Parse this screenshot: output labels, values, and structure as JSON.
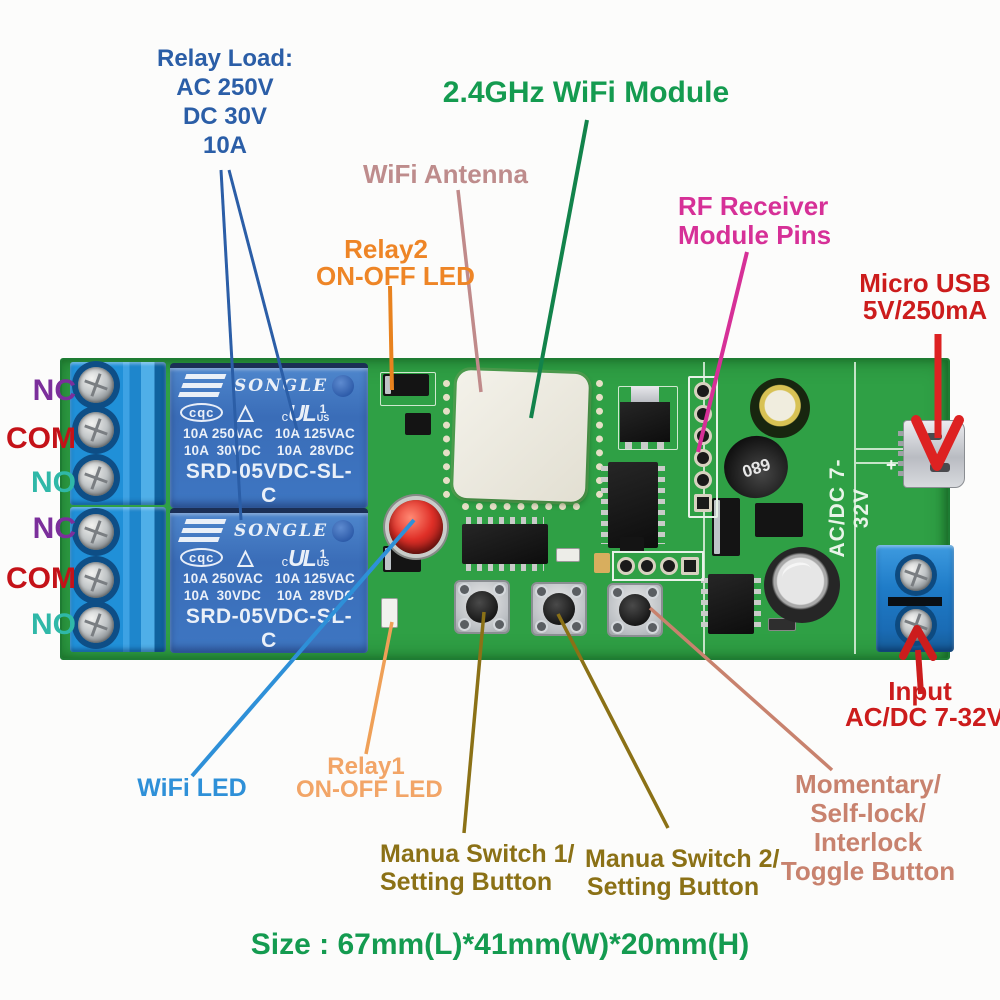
{
  "labels": {
    "relay_load": {
      "line1": "Relay Load:",
      "line2": "AC 250V",
      "line3": "DC 30V",
      "line4": "10A"
    },
    "wifi_module": "2.4GHz WiFi Module",
    "wifi_antenna": "WiFi Antenna",
    "relay2_led": {
      "line1": "Relay2",
      "line2": "ON-OFF LED"
    },
    "rf_receiver": {
      "line1": "RF Receiver",
      "line2": "Module Pins"
    },
    "micro_usb": {
      "line1": "Micro USB",
      "line2": "5V/250mA"
    },
    "input": {
      "line1": "Input",
      "line2": "AC/DC 7-32V"
    },
    "wifi_led": "WiFi LED",
    "relay1_led": {
      "line1": "Relay1",
      "line2": "ON-OFF LED"
    },
    "manua_switch1": {
      "line1": "Manua Switch 1/",
      "line2": "Setting Button"
    },
    "manua_switch2": {
      "line1": "Manua Switch 2/",
      "line2": "Setting Button"
    },
    "momentary": {
      "line1": "Momentary/",
      "line2": "Self-lock/",
      "line3": "Interlock",
      "line4": "Toggle Button"
    },
    "size": "Size : 67mm(L)*41mm(W)*20mm(H)"
  },
  "terminal_labels": [
    "NC",
    "COM",
    "NO",
    "NC",
    "COM",
    "NO"
  ],
  "pcb": {
    "relay": {
      "brand": "SONGLE",
      "cqc": "cqc",
      "tri": "△",
      "ul_c": "c",
      "ul_mark": "UL",
      "ul_num": "1",
      "ul_us": "US",
      "rating1": "10A 250VAC   10A 125VAC",
      "rating2": "10A  30VDC    10A  28VDC",
      "model": "SRD-05VDC-SL-C"
    },
    "silkscreen_power": "AC/DC 7-32V",
    "silkscreen_plus": "+",
    "inductor_value": "680"
  },
  "colors": {
    "label_dark_blue": "#2B5EA7",
    "label_green": "#149B50",
    "label_rosy": "#BE8C8C",
    "label_orange_relay2": "#EE8526",
    "label_orange_relay1": "#F2A567",
    "label_magenta": "#D63097",
    "label_red": "#CC1C1C",
    "label_purple_nc": "#7B2F9B",
    "label_red_com": "#C41218",
    "label_teal_no": "#2FB8A8",
    "label_blue_wifi_led": "#2E90D8",
    "label_olive_switch": "#8B7116",
    "label_salmon_toggle": "#C8826E",
    "pcb_green": "#2FA045",
    "relay_blue": "#3E76C2",
    "terminal_blue": "#2090D8"
  }
}
